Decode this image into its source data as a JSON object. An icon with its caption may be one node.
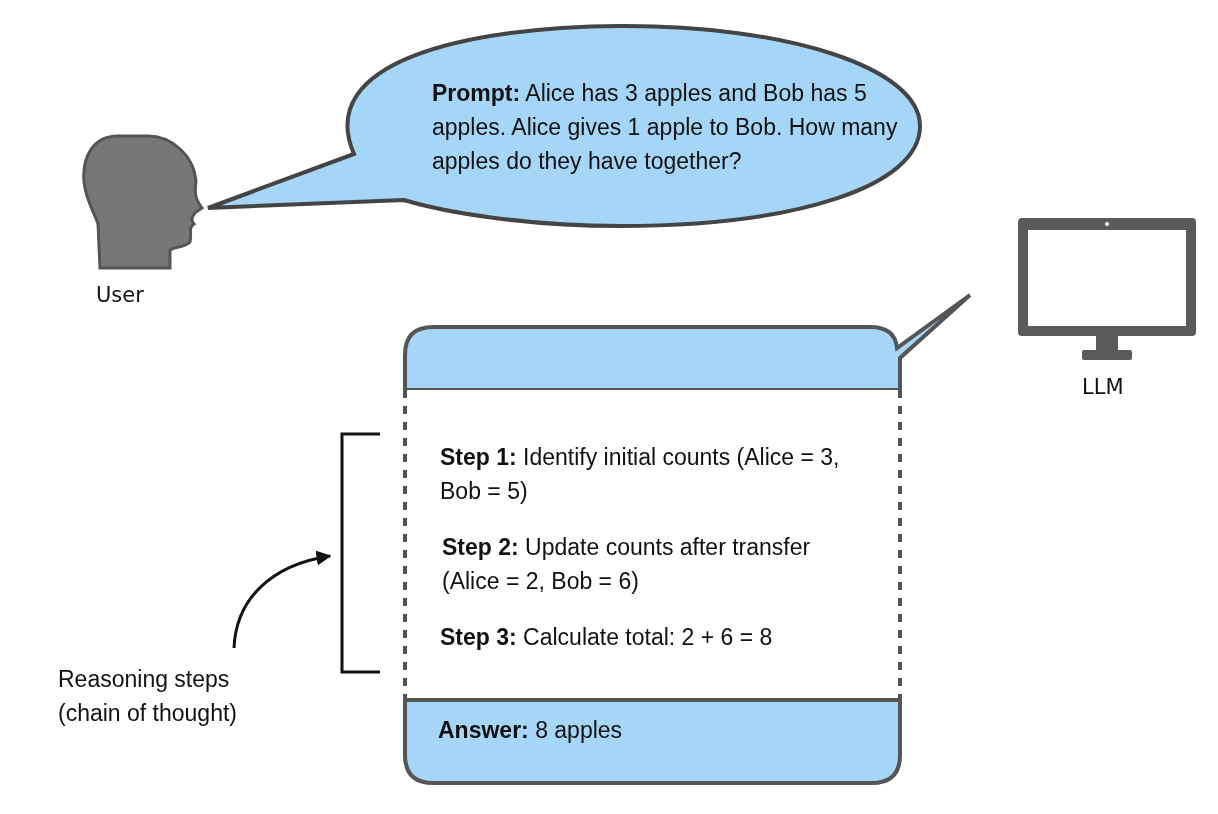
{
  "diagram": {
    "nodes": [
      {
        "text": [],
        "shape": "person",
        "beside": [
          "User"
        ]
      },
      {
        "text": [
          "**Prompt:** Alice has 3 apples and Bob has 5 apples. Alice gives 1 apple to Bob. How many apples do they have together?"
        ]
      },
      {
        "text": [],
        "shape": "picture",
        "beside": [
          "LLM"
        ]
      },
      {
        "text": [
          "**Step 1:** Identify initial counts (Alice = 3, Bob = 5)",
          "**Step 2:** Update counts after transfer (Alice = 2, Bob = 6)",
          "**Step 3:** Calculate total: 2 + 6 = 8",
          "**Answer:** 8 apples"
        ]
      },
      {
        "text": [],
        "shape": "bracket"
      },
      {
        "text": [
          "Reasoning steps (chain of thought)"
        ]
      }
    ],
    "edges": [
      {
        "from": 5,
        "to": 4,
        "arrow": "to"
      }
    ]
  }
}
